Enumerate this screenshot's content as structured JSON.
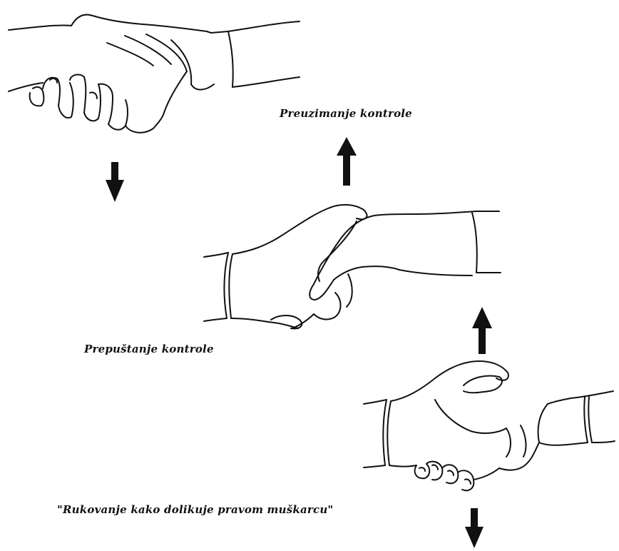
{
  "captions": {
    "taking_control": "Preuzimanje kontrole",
    "yielding_control": "Prepuštanje kontrole",
    "proper_handshake": "\"Rukovanje kako dolikuje pravom muškarcu\""
  },
  "colors": {
    "ink": "#111111",
    "background": "#ffffff"
  }
}
